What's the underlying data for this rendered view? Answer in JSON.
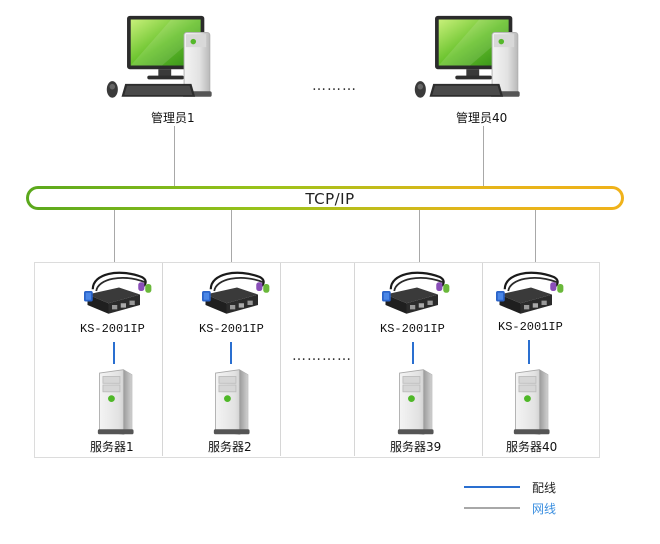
{
  "admins": [
    {
      "label": "管理员1"
    },
    {
      "label": "管理员40"
    }
  ],
  "admin_ellipsis": "………",
  "bus": {
    "label": "TCP/IP"
  },
  "devices": [
    {
      "model": "KS-2001IP",
      "server": "服务器1"
    },
    {
      "model": "KS-2001IP",
      "server": "服务器2"
    },
    {
      "model": "KS-2001IP",
      "server": "服务器39"
    },
    {
      "model": "KS-2001IP",
      "server": "服务器40"
    }
  ],
  "device_ellipsis": "…………",
  "legend": [
    {
      "label": "配线",
      "color": "#2a6fd0",
      "text_color": "#222222"
    },
    {
      "label": "网线",
      "color": "#a8a8a8",
      "text_color": "#3b8fe0"
    }
  ],
  "colors": {
    "bus_start": "#5aa81c",
    "bus_end": "#f0b21a",
    "cable": "#2a6fd0",
    "network": "#a8a8a8"
  },
  "icons": [
    "desktop-computer-icon",
    "kvm-module-icon",
    "server-tower-icon"
  ]
}
